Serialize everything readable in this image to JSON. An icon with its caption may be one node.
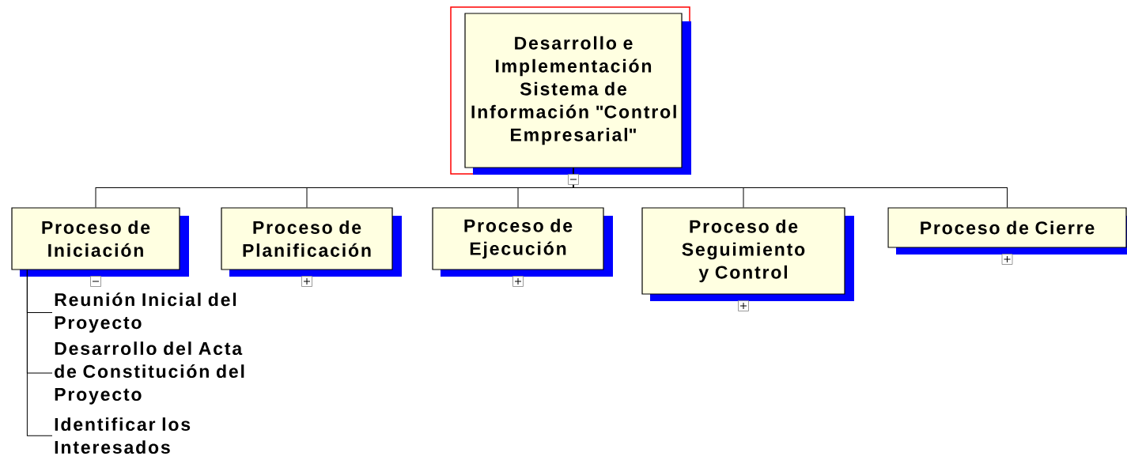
{
  "diagram": {
    "nodes": [
      {
        "text": [
          "Desarrollo e Implementación Sistema de Información \"Control Empresarial\""
        ]
      },
      {
        "text": [
          "Proceso de Iniciación"
        ]
      },
      {
        "text": [
          "Proceso de Planificación"
        ]
      },
      {
        "text": [
          "Proceso de Ejecución"
        ]
      },
      {
        "text": [
          "Proceso de Seguimiento y Control"
        ]
      },
      {
        "text": [
          "Proceso de Cierre"
        ]
      },
      {
        "text": [
          "Reunión Inicial del Proyecto"
        ]
      },
      {
        "text": [
          "Desarrollo del Acta de Constitución del Proyecto"
        ]
      },
      {
        "text": [
          "Identificar los Interesados"
        ]
      }
    ],
    "edges": [
      {
        "from": 0,
        "to": 1,
        "arrow": "none"
      },
      {
        "from": 0,
        "to": 2,
        "arrow": "none"
      },
      {
        "from": 0,
        "to": 3,
        "arrow": "none"
      },
      {
        "from": 0,
        "to": 4,
        "arrow": "none"
      },
      {
        "from": 0,
        "to": 5,
        "arrow": "none"
      },
      {
        "from": 1,
        "to": 6,
        "arrow": "none"
      },
      {
        "from": 1,
        "to": 7,
        "arrow": "none"
      },
      {
        "from": 1,
        "to": 8,
        "arrow": "none"
      }
    ]
  }
}
